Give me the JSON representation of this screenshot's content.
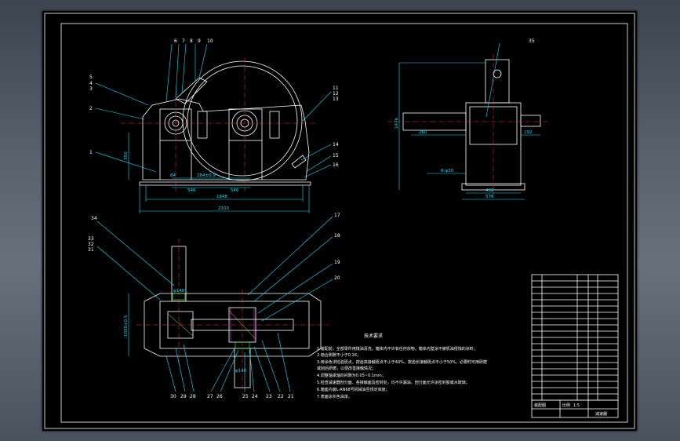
{
  "colors": {
    "background": "#000000",
    "frame": "#ffffff",
    "leader": "#00e5ff",
    "centerline": "#ff3030",
    "dimension": "#00e5ff",
    "viewport_bg": "#5a626d"
  },
  "front_view": {
    "part_callouts": [
      "6",
      "7",
      "8",
      "9",
      "10",
      "5",
      "4",
      "3",
      "2",
      "1",
      "11",
      "12",
      "13",
      "14",
      "15",
      "16"
    ],
    "dimensions": {
      "height": "350",
      "center_distance": "284±0.9",
      "half_span_left": "546",
      "half_span_right": "546",
      "base_span": "1848",
      "overall_length": "2100",
      "offset": "84"
    }
  },
  "side_view": {
    "part_callouts": [
      "35"
    ],
    "dimensions": {
      "height": "1476",
      "shaft_left": "260",
      "shaft_right": "192",
      "bolt": "6-φ30",
      "base_inner": "492",
      "base_outer": "576"
    }
  },
  "top_view": {
    "part_callouts_left": [
      "34",
      "33",
      "32",
      "31"
    ],
    "part_callouts_right": [
      "17",
      "18",
      "19",
      "20"
    ],
    "part_callouts_bottom": [
      "30",
      "29",
      "28",
      "27",
      "26",
      "25",
      "24",
      "23",
      "22",
      "21"
    ],
    "dimensions": {
      "vertical": "1020±0.5",
      "shaft_a": "φ140",
      "shaft_b": "φ140"
    }
  },
  "tech_requirements": {
    "title": "技术要求",
    "lines": [
      "1.装配前，全部零件用煤油清洗，箱体内不许有任何杂物，箱体内壁涂不被机油侵蚀的涂料；",
      "2.啮合侧隙不小于0.16；",
      "3.用涂色法检验斑点，按齿高接触斑点不小于40%，按齿长接触斑点不小于50%，必要时可用研磨",
      "  或刮后研磨，以便改善接触情况；",
      "4.调整轴承轴向间隙为0.05~0.1mm；",
      "5.检查减速器剖分面、各接触面及密封处，均不许漏油，剖分面允许涂密封胶或水玻璃；",
      "6.箱座内装L-AN68号机械油至规定高度；",
      "7.表面涂灰色油漆。"
    ]
  },
  "title_block": {
    "label_left": "装配图",
    "label_mid": "比例",
    "label_right": "1:5",
    "drawing_name": "减速器"
  }
}
